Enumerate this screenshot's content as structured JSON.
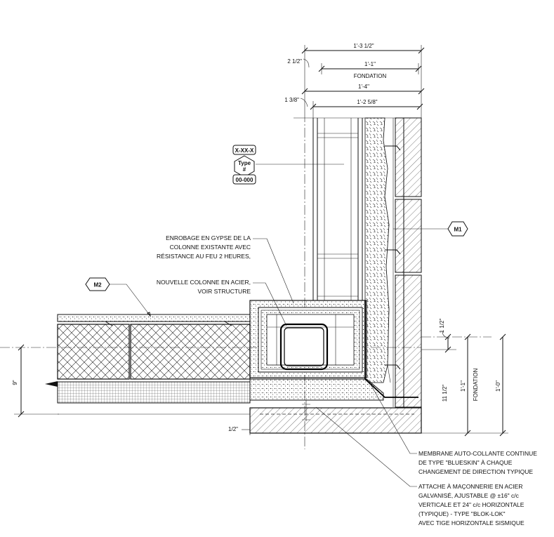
{
  "dimensions": {
    "top": [
      "1'-3 1/2\"",
      "1'-1\"",
      "1'-4\"",
      "1'-2 5/8\""
    ],
    "top_label": "FONDATION",
    "left_small": [
      "2 1/2\"",
      "1 3/8\""
    ],
    "right": [
      "1 1/2\"",
      "11 1/2\"",
      "1'-1\"",
      "1'-0\""
    ],
    "right_label": "FONDATION",
    "left_vertical": "9\"",
    "bottom_small": "1/2\""
  },
  "tags": {
    "wall_type": {
      "top": "X-XX-X",
      "middle_line1": "Type",
      "middle_line2": "#",
      "bottom": "00-000"
    },
    "m1": "M1",
    "m2": "M2"
  },
  "notes": {
    "gypsum": [
      "ENROBAGE EN GYPSE DE LA",
      "COLONNE EXISTANTE AVEC",
      "RÉSISTANCE AU FEU 2 HEURES,"
    ],
    "steel_column": [
      "NOUVELLE COLONNE EN ACIER,",
      "VOIR STRUCTURE"
    ],
    "membrane": [
      "MEMBRANE AUTO-COLLANTE CONTINUE",
      "DE TYPE \"BLUESKIN\" À CHAQUE",
      "CHANGEMENT DE DIRECTION TYPIQUE"
    ],
    "tie": [
      "ATTACHE À MAÇONNERIE EN ACIER",
      "GALVANISÉ, AJUSTABLE @ ±16\" c/c",
      "VERTICALE ET 24\" c/c HORIZONTALE",
      "(TYPIQUE) - TYPE \"BLOK-LOK\"",
      "AVEC TIGE HORIZONTALE SISMIQUE"
    ]
  }
}
